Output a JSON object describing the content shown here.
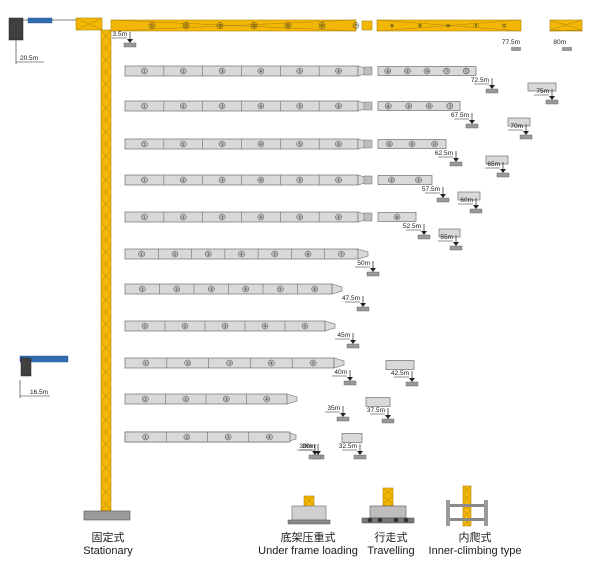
{
  "colors": {
    "tower_yellow": "#f2b705",
    "tower_edge": "#b58500",
    "jib_fill": "#d9d9d9",
    "jib_edge": "#6e6e6e",
    "label_text": "#1a1a1a",
    "ballast_dark": "#404040",
    "counterweight_blue": "#2f6db0"
  },
  "tower": {
    "counter_jib_length": "20.5m",
    "small_counter_jib_length": "16.5m",
    "hook_offset": "3.5m",
    "top_jib_length": "77.5m",
    "top_extension_length": "80m"
  },
  "jib_configs": [
    {
      "sections": [
        "①",
        "②",
        "③",
        "④",
        "⑤",
        "⑥",
        "⑦"
      ],
      "links": [
        "⑧",
        "⑨",
        "⑩",
        "⑪",
        "⑫"
      ],
      "primary": "77.5m",
      "secondary": "80m"
    },
    {
      "sections": [
        "①",
        "②",
        "③",
        "④",
        "⑤",
        "⑥"
      ],
      "links": [
        "⑧",
        "⑨",
        "⑩",
        "⑪",
        "⑫"
      ],
      "primary": "72.5m",
      "secondary": "75m"
    },
    {
      "sections": [
        "①",
        "②",
        "③",
        "④",
        "⑤",
        "⑥"
      ],
      "links": [
        "⑧",
        "⑨",
        "⑩",
        "⑪"
      ],
      "primary": "67.5m",
      "secondary": "70m"
    },
    {
      "sections": [
        "①",
        "②",
        "③",
        "④",
        "⑤",
        "⑥"
      ],
      "links": [
        "⑧",
        "⑨",
        "⑩"
      ],
      "primary": "62.5m",
      "secondary": "65m"
    },
    {
      "sections": [
        "①",
        "②",
        "③",
        "④",
        "⑤",
        "⑥"
      ],
      "links": [
        "⑧",
        "⑨"
      ],
      "primary": "57.5m",
      "secondary": "60m"
    },
    {
      "sections": [
        "①",
        "②",
        "③",
        "④",
        "⑤",
        "⑥"
      ],
      "links": [
        "⑧"
      ],
      "primary": "52.5m",
      "secondary": "55m"
    },
    {
      "sections": [
        "①",
        "②",
        "③",
        "④",
        "⑤",
        "⑥",
        "⑦"
      ],
      "links": [],
      "primary": "50m",
      "secondary": ""
    },
    {
      "sections": [
        "①",
        "②",
        "③",
        "④",
        "⑤",
        "⑥"
      ],
      "links": [],
      "primary": "47.5m",
      "secondary": ""
    },
    {
      "sections": [
        "①",
        "②",
        "③",
        "④",
        "⑤"
      ],
      "links": [],
      "primary": "45m",
      "secondary": ""
    },
    {
      "sections": [
        "①",
        "②",
        "③",
        "④",
        "⑤"
      ],
      "links": [],
      "primary": "40m",
      "secondary": "42.5m"
    },
    {
      "sections": [
        "①",
        "②",
        "③",
        "④"
      ],
      "links": [],
      "primary": "35m",
      "secondary": "37.5m"
    },
    {
      "sections": [
        "①",
        "②",
        "③",
        "④"
      ],
      "links": [],
      "primary": "30m",
      "secondary": "32.5m"
    }
  ],
  "captions": {
    "stationary_zh": "固定式",
    "stationary_en": "Stationary",
    "under_frame_zh": "底架压重式",
    "under_frame_en": "Under frame loading",
    "travelling_zh": "行走式",
    "travelling_en": "Travelling",
    "inner_climbing_zh": "内爬式",
    "inner_climbing_en": "Inner-climbing type"
  }
}
